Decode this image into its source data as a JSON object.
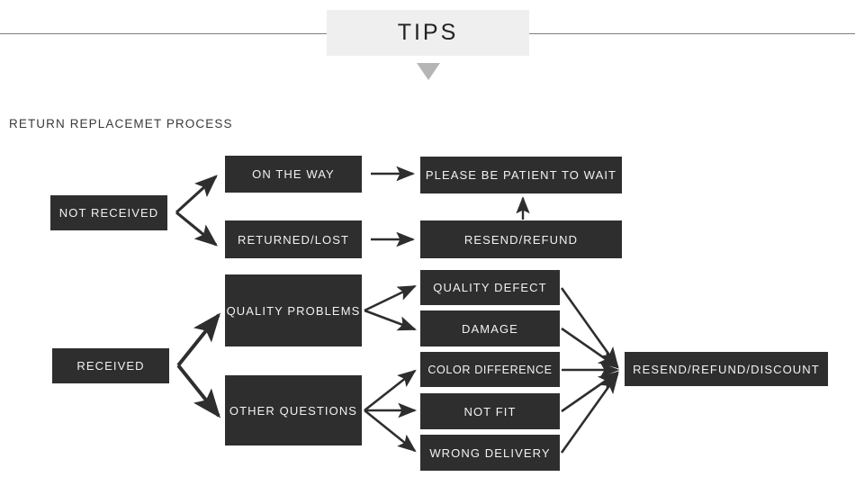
{
  "header": {
    "tips_label": "TIPS",
    "divider_color": "#7d7d7d",
    "plate_color": "#efefef",
    "caret_color": "#b5b5b5"
  },
  "section": {
    "title": "RETURN REPLACEMET PROCESS"
  },
  "theme": {
    "node_fill": "#2e2e2e",
    "node_text": "#f2f2f2",
    "arrow_color": "#2e2e2e",
    "page_background": "#ffffff"
  },
  "flow": {
    "not_received_branch": {
      "root_label": "NOT RECEIVED",
      "options": [
        {
          "label": "ON THE WAY",
          "outcome": "PLEASE BE PATIENT TO WAIT"
        },
        {
          "label": "RETURNED/LOST",
          "outcome": "RESEND/REFUND"
        }
      ],
      "outcomes": [
        {
          "label": "PLEASE BE PATIENT TO WAIT"
        },
        {
          "label": "RESEND/REFUND"
        }
      ]
    },
    "received_branch": {
      "root_label": "RECEIVED",
      "categories": [
        {
          "label": "QUALITY PROBLEMS",
          "reasons": [
            "QUALITY DEFECT",
            "DAMAGE"
          ]
        },
        {
          "label": "OTHER QUESTIONS",
          "reasons": [
            "COLOR DIFFERENCE",
            "NOT FIT",
            "WRONG DELIVERY"
          ]
        }
      ],
      "reasons": [
        {
          "label": "QUALITY DEFECT"
        },
        {
          "label": "DAMAGE"
        },
        {
          "label": "COLOR DIFFERENCE"
        },
        {
          "label": "NOT FIT"
        },
        {
          "label": "WRONG DELIVERY"
        }
      ],
      "final_outcome": "RESEND/REFUND/DISCOUNT"
    }
  }
}
